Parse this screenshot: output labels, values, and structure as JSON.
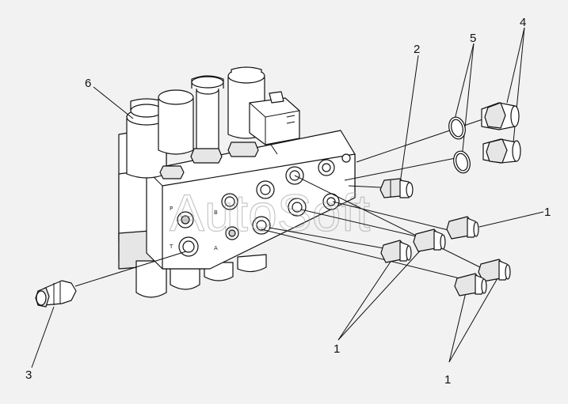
{
  "diagram": {
    "callouts": [
      {
        "id": "c1a",
        "text": "1"
      },
      {
        "id": "c1b",
        "text": "1"
      },
      {
        "id": "c1c",
        "text": "1"
      },
      {
        "id": "c2",
        "text": "2"
      },
      {
        "id": "c3",
        "text": "3"
      },
      {
        "id": "c4",
        "text": "4"
      },
      {
        "id": "c5",
        "text": "5"
      },
      {
        "id": "c6",
        "text": "6"
      }
    ],
    "port_marks": [
      "P",
      "B",
      "A",
      "T"
    ],
    "watermark": "AutoSoft"
  }
}
